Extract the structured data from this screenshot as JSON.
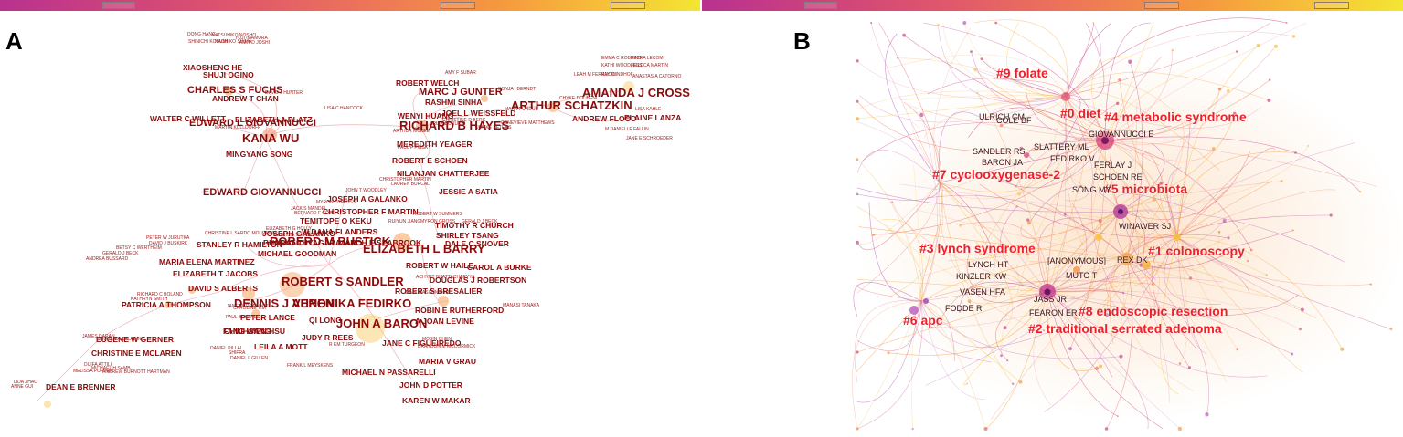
{
  "panel_a": {
    "letter": "A",
    "authors_major": [
      "KANA WU",
      "ROBERD M BUSTICK",
      "ROBERT S SANDLER",
      "ELIZABETH L BARRY",
      "JOHN A BARON",
      "VERONIKA FEDIRKO",
      "AMANDA J CROSS",
      "RICHARD B HAYES",
      "ARTHUR SCHATZKIN",
      "DENNIS J AHNEN"
    ],
    "authors_medium": [
      "SHUJI OGINO",
      "CHARLES S FUCHS",
      "ANDREW T CHAN",
      "EDWARD L GIOVANNUCCI",
      "MINGYANG SONG",
      "EDWARD GIOVANNUCCI",
      "ROBERT WELCH",
      "MARC J GUNTER",
      "RASHMI SINHA",
      "JOEL L WEISSFELD",
      "WENYI HUANG",
      "ELAINE LANZA",
      "ANDREW FLOOD",
      "MEREDITH YEAGER",
      "ROBERT E SCHOEN",
      "NILANJAN CHATTERJEE",
      "JESSIE A SATIA",
      "JOSEPH A GALANKO",
      "CHRISTOPHER F MARTIN",
      "TEMITOPE O KEKU",
      "TIMOTHY R CHURCH",
      "W DANA FLANDERS",
      "BHARAT THYAGARAJAN",
      "MARCH E SEABROOK",
      "MICHAEL GOODMAN",
      "STANLEY R HAMILTON",
      "JOSEPH GALANKO",
      "MARIA ELENA MARTINEZ",
      "ELIZABETH T JACOBS",
      "ROBERT W HAILE",
      "CAROL A BURKE",
      "DOUGLAS J ROBERTSON",
      "DAVID S ALBERTS",
      "ROBERT S BRESALIER",
      "PATRICIA A THOMPSON",
      "PETER LANCE",
      "ROBIN E RUTHERFORD",
      "CHIUHSIEN HSU",
      "QI LONG",
      "A JOAN LEVINE",
      "FANG WANG",
      "JUDY R REES",
      "LEILA A MOTT",
      "JANE C FIGUEIREDO",
      "EUGENE W GERNER",
      "CHRISTINE E MCLAREN",
      "DEAN E BRENNER",
      "MARIA V GRAU",
      "MICHAEL N PASSARELLI",
      "JOHN D POTTER",
      "KAREN W MAKAR",
      "XIAOSHENG HE",
      "WALTER C WILLETT",
      "ELIZABETH A PLATZ",
      "SHIRLEY TSANG",
      "DALE C SNOVER"
    ],
    "authors_small": [
      "DONG HANG",
      "KATSUHIKO NOSHO",
      "YUJI IMAMURA",
      "SHINICHI KOSUMI",
      "NAOHIKO SHIMA",
      "AMIT D JOSHI",
      "DAVID J HUNTER",
      "MARTIN KULLDORFF",
      "AMY F SUBAR",
      "SONJA I BERNDT",
      "CHRISTINE D BERG",
      "MARK PURDUE",
      "GENEVIEVE MATTHEWS",
      "ULRIKE PETERS",
      "PAUL F PINSKY",
      "ARTHUR MCKEE",
      "BRIAN BORUCKI",
      "EMMA C ROBBINS",
      "PETRA LECOM",
      "KATHI WOODFIELD",
      "JESSICA MARTIN",
      "LEAH M FERRUCCI",
      "MAY WINDHOF",
      "ANASTASIA CATORNO",
      "CHYKE DOUBENI",
      "LISA KAHLE",
      "M DANIELLE FALLIN",
      "JANE E SCHROEDER",
      "LISA C HANCOCK",
      "CHRISTOPHER MARTIN",
      "LAUREN BURCAL",
      "JOHN T WOODLEY",
      "MYRON D GROSS",
      "JACK S MANDEL",
      "BERNARD F COLE",
      "ROBERT W SUMMERS",
      "MYRON GROSS",
      "RUIYUN JIANG",
      "GERALD J BECK",
      "ELIZABETH G HOLLY",
      "PATRICIA THOMPSON",
      "CHRISTINE L SARDO MOLMENTI",
      "JIN S DONG",
      "PETER W JURUTKA",
      "DAVID J BUSKIRK",
      "BETSY C WERTHEIM",
      "GERALD J BECK",
      "ANDREA BUSSARD",
      "MANASI TANAKA",
      "KATHRYN SMITH",
      "RICHARD C BOLAND",
      "ACHYUT BHATTACHARYYA",
      "JULIE GASCHNIDER",
      "JANET L PEACOCK",
      "CAROLINE YIM",
      "PAUL BOLAND",
      "JASON ZELL",
      "DANIEL PILLAI",
      "SHIFRA",
      "DANIEL L GILLEN",
      "FRANK L MEYSKENS",
      "R EM TURGEON",
      "MOBIN CHEN",
      "BRANDON M MCCORMICK",
      "JAMES DARAN",
      "SUSAN A CALADINI",
      "DUIFA ATTILI",
      "MICHAEL H SAMB",
      "MELISSA PORTER",
      "ANDREW BURNOTT HARTMAN",
      "LIDA ZHAO",
      "ANNE GUI"
    ]
  },
  "panel_b": {
    "letter": "B",
    "clusters": [
      "#9 folate",
      "#0 diet",
      "#4 metabolic syndrome",
      "#7 cyclooxygenase-2",
      "#5 microbiota",
      "#3 lynch syndrome",
      "#1 colonoscopy",
      "#8 endoscopic resection",
      "#6 apc",
      "#2 traditional serrated adenoma"
    ],
    "authors": [
      "ULRICH CM",
      "COLE BF",
      "GIOVANNUCCI E",
      "SLATTERY ML",
      "SANDLER RS",
      "FEDIRKO V",
      "FERLAY J",
      "BARON JA",
      "SCHOEN RE",
      "SONG MY",
      "WINAWER SJ",
      "LYNCH HT",
      "[ANONYMOUS]",
      "REX DK",
      "KINZLER KW",
      "MUTO T",
      "VASEN HFA",
      "JASS JR",
      "FODDE R",
      "FEARON ER"
    ]
  },
  "colors": {
    "node_label": "#8b0a0a",
    "cluster_label": "#ef1f2a",
    "timeline_start": "#b8328f",
    "timeline_end": "#f3e632"
  }
}
